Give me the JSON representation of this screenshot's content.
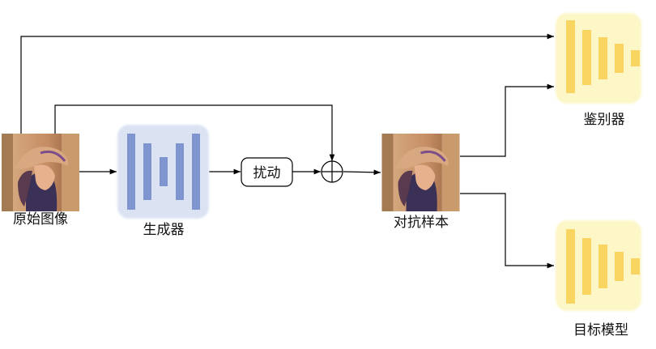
{
  "labels": {
    "original_image": "原始图像",
    "generator": "生成器",
    "perturbation": "扰动",
    "adversarial_sample": "对抗样本",
    "discriminator": "鉴别器",
    "target_model": "目标模型"
  },
  "colors": {
    "generator_panel": "#dbe3f3",
    "generator_bar": "#7e95cf",
    "nn_panel": "#fdf6c7",
    "nn_bar": "#f8d461",
    "line": "#000000"
  },
  "icons": {
    "photo": "portrait-photo-icon",
    "sum": "circled-plus-icon"
  }
}
